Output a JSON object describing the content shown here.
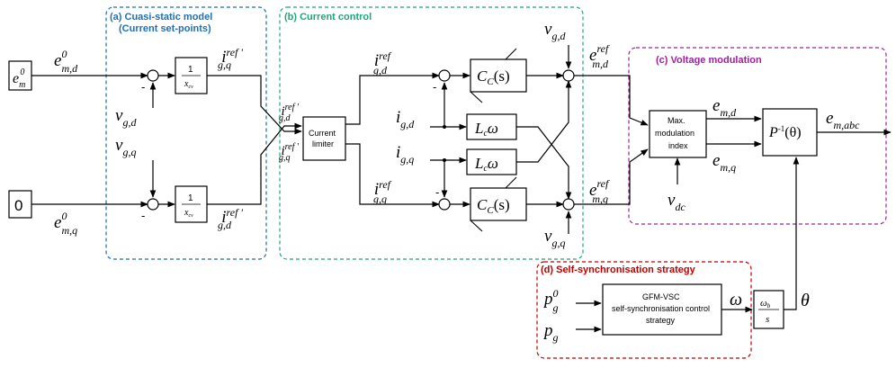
{
  "sections": {
    "a": {
      "title": "(a)  Cuasi-static model",
      "subtitle": "(Current set-points)",
      "color": "#1f6fb5"
    },
    "b": {
      "title": "(b) Current control",
      "color": "#23a57a"
    },
    "c": {
      "title": "(c) Voltage modulation",
      "color": "#a020a0"
    },
    "d": {
      "title": "(d) Self-synchronisation strategy",
      "color": "#c00000"
    }
  },
  "blocks": {
    "em0": {
      "base": "e",
      "sup": "0",
      "sub": "m"
    },
    "zero": "0",
    "gain_num": "1",
    "gain_den_base": "x",
    "gain_den_sub": "cv",
    "limiter_line1": "Current",
    "limiter_line2": "limiter",
    "cc_label": "C",
    "cc_sub": "C",
    "cc_arg": "(s)",
    "lw_label": "L",
    "lw_sub": "c",
    "lw_omega": "ω",
    "maxmod_line1": "Max.",
    "maxmod_line2": "modulation",
    "maxmod_line3": "index",
    "park_label": "P",
    "park_sup": "-1",
    "park_arg": "(θ)",
    "gfm_line1": "GFM-VSC",
    "gfm_line2": "self-synchronisation control",
    "gfm_line3": "strategy",
    "integ_num": "ω",
    "integ_num_sub": "b",
    "integ_den": "s"
  },
  "signals": {
    "e_md0": {
      "base": "e",
      "sup": "0",
      "sub": "m,d"
    },
    "e_mq0": {
      "base": "e",
      "sup": "0",
      "sub": "m,q"
    },
    "v_gd": {
      "base": "v",
      "sub": "g,d"
    },
    "v_gq": {
      "base": "v",
      "sub": "g,q"
    },
    "i_gq_refp": {
      "base": "i",
      "sup": "ref '",
      "sub": "g,q"
    },
    "i_gd_refp": {
      "base": "i",
      "sup": "ref '",
      "sub": "g,d"
    },
    "i_gd_refp_in": {
      "base": "i",
      "sup": "ref '",
      "sub": "g,d"
    },
    "i_gq_refp_in": {
      "base": "i",
      "sup": "ref '",
      "sub": "g,q"
    },
    "i_gd_ref": {
      "base": "i",
      "sup": "ref",
      "sub": "g,d"
    },
    "i_gq_ref": {
      "base": "i",
      "sup": "ref",
      "sub": "g,q"
    },
    "i_gd": {
      "base": "i",
      "sub": "g,d"
    },
    "i_gq": {
      "base": "i",
      "sub": "g,q"
    },
    "v_gd_out": {
      "base": "v",
      "sub": "g,d"
    },
    "v_gq_out": {
      "base": "v",
      "sub": "g,q"
    },
    "e_md_ref": {
      "base": "e",
      "sup": "ref",
      "sub": "m,d"
    },
    "e_mq_ref": {
      "base": "e",
      "sup": "ref",
      "sub": "m,q"
    },
    "e_md": {
      "base": "e",
      "sub": "m,d"
    },
    "e_mq": {
      "base": "e",
      "sub": "m,q"
    },
    "e_mabc": {
      "base": "e",
      "sub": "m,abc"
    },
    "v_dc": {
      "base": "v",
      "sub": "dc"
    },
    "p_g0": {
      "base": "p",
      "sup": "0",
      "sub": "g"
    },
    "p_g": {
      "base": "p",
      "sub": "g"
    },
    "omega": "ω",
    "theta": "θ",
    "minus": "-"
  }
}
